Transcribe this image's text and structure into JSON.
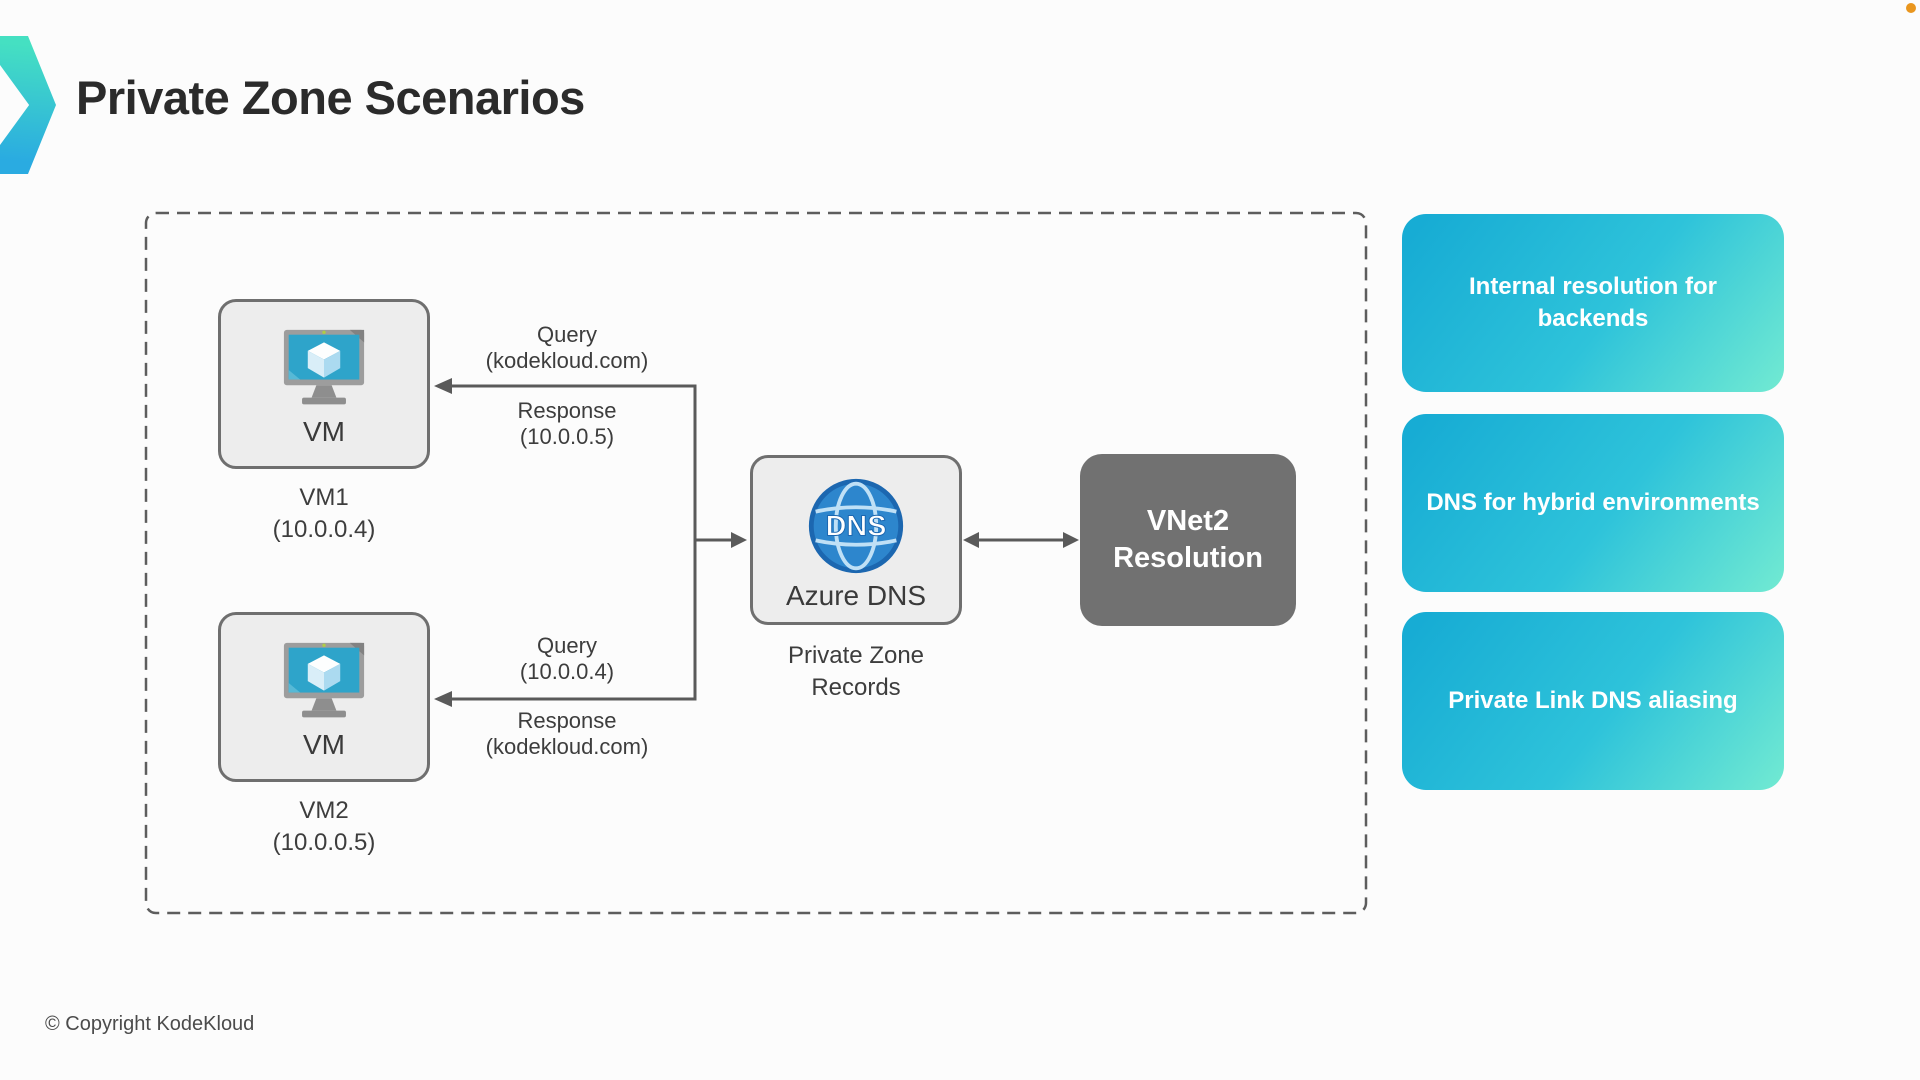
{
  "header": {
    "title": "Private Zone Scenarios"
  },
  "footer": {
    "copyright": "© Copyright KodeKloud"
  },
  "diagram": {
    "vm1": {
      "box_label": "VM",
      "caption_line1": "VM1",
      "caption_line2": "(10.0.0.4)"
    },
    "vm2": {
      "box_label": "VM",
      "caption_line1": "VM2",
      "caption_line2": "(10.0.0.5)"
    },
    "dns": {
      "icon_text": "DNS",
      "box_label": "Azure DNS",
      "caption_line1": "Private Zone",
      "caption_line2": "Records"
    },
    "vnet2": {
      "line1": "VNet2",
      "line2": "Resolution"
    },
    "flows": {
      "vm1_query": {
        "line1": "Query",
        "line2": "(kodekloud.com)"
      },
      "vm1_response": {
        "line1": "Response",
        "line2": "(10.0.0.5)"
      },
      "vm2_query": {
        "line1": "Query",
        "line2": "(10.0.0.4)"
      },
      "vm2_response": {
        "line1": "Response",
        "line2": "(kodekloud.com)"
      }
    }
  },
  "callouts": [
    {
      "label": "Internal resolution for backends"
    },
    {
      "label": "DNS for hybrid environments"
    },
    {
      "label": "Private Link DNS aliasing"
    }
  ],
  "colors": {
    "background": "#fcfcfc",
    "title_text": "#2b2b2b",
    "node_fill": "#ededed",
    "node_border": "#6f6f6f",
    "arrow": "#5a5a5a",
    "vnet_gray": "#717171",
    "dns_globe_blue": "#2d86cd",
    "dns_globe_border": "#1c67b0",
    "vm_screen_teal": "#2ea4ca",
    "callout_gradient_start": "#17acd4",
    "callout_gradient_end": "#72ead2",
    "logo_gradient_start": "#45e0c2",
    "logo_gradient_end": "#2aabe1",
    "accent_dot": "#e9961e"
  }
}
